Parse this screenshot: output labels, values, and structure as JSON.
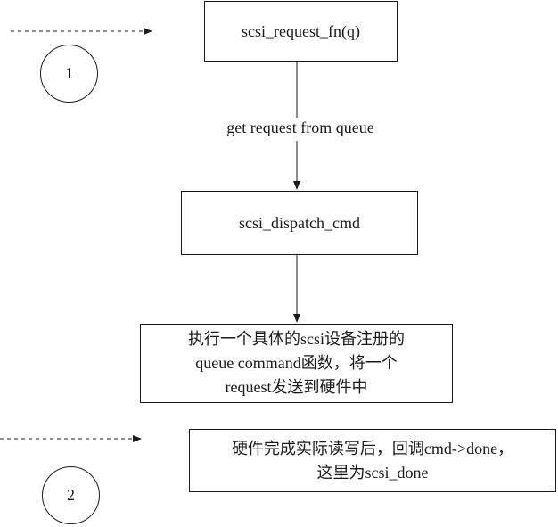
{
  "nodes": {
    "request_fn": "scsi_request_fn(q)",
    "dispatch": "scsi_dispatch_cmd",
    "queue_command": "执行一个具体的scsi设备注册的\nqueue command函数，将一个\nrequest发送到硬件中",
    "done": "硬件完成实际读写后，回调cmd->done，\n这里为scsi_done"
  },
  "edge_labels": {
    "get_request": "get request from queue"
  },
  "markers": {
    "step_1": "1",
    "step_2": "2"
  },
  "colors": {
    "line": "#1a1a1a",
    "background": "#ffffff"
  }
}
